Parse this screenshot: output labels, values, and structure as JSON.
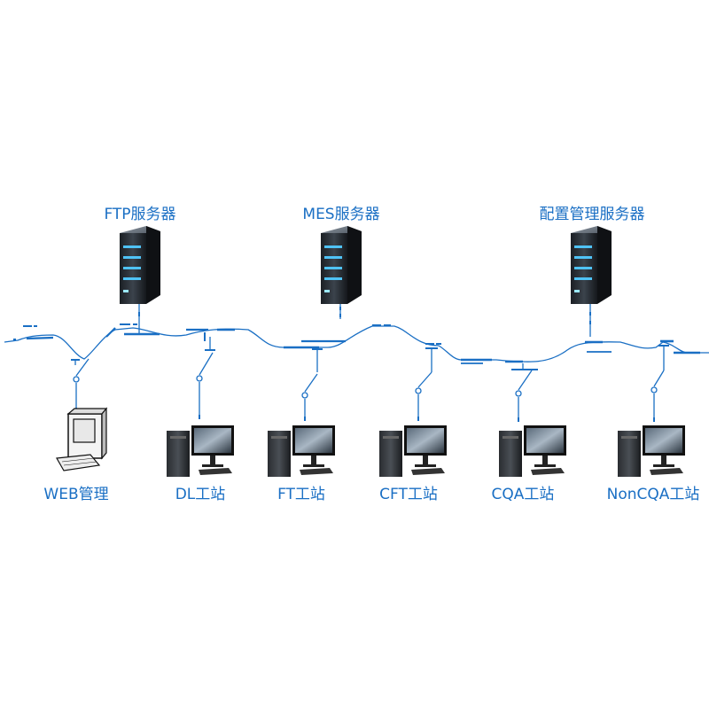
{
  "servers": [
    {
      "label": "FTP服务器",
      "icon": "server-icon"
    },
    {
      "label": "MES服务器",
      "icon": "server-icon"
    },
    {
      "label": "配置管理服务器",
      "icon": "server-icon"
    }
  ],
  "clients": [
    {
      "label": "WEB管理",
      "icon": "pc-icon"
    },
    {
      "label": "DL工站",
      "icon": "workstation-icon"
    },
    {
      "label": "FT工站",
      "icon": "workstation-icon"
    },
    {
      "label": "CFT工站",
      "icon": "workstation-icon"
    },
    {
      "label": "CQA工站",
      "icon": "workstation-icon"
    },
    {
      "label": "NonCQA工站",
      "icon": "workstation-icon"
    }
  ],
  "colors": {
    "line": "#1a6fc4",
    "accent": "#4fc3f7",
    "label": "#1a6fc4"
  }
}
